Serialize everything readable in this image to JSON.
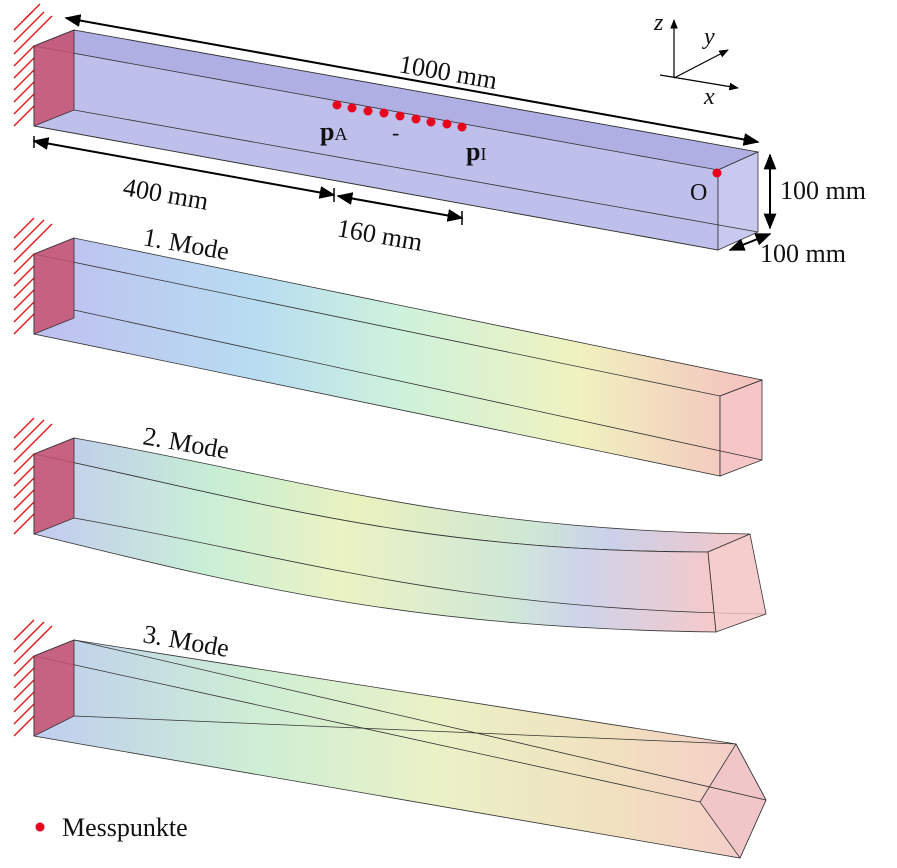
{
  "dimensions": {
    "length": "1000 mm",
    "height": "100 mm",
    "width": "100 mm",
    "offset": "400 mm",
    "span": "160 mm"
  },
  "points": {
    "p_a_main": "p",
    "p_a_sub": "A",
    "p_i_main": "p",
    "p_i_sub": "I",
    "separator": "-",
    "origin": "O",
    "count": 9
  },
  "axes": {
    "x": "x",
    "y": "y",
    "z": "z"
  },
  "modes": [
    "1. Mode",
    "2. Mode",
    "3. Mode"
  ],
  "legend": {
    "label": "Messpunkte",
    "color": "#e8001c"
  },
  "colors": {
    "clamp_face": "#c8506e",
    "beam_base": "#b4b4e6",
    "hatch": "#e02020",
    "dimension_line": "#000000"
  }
}
